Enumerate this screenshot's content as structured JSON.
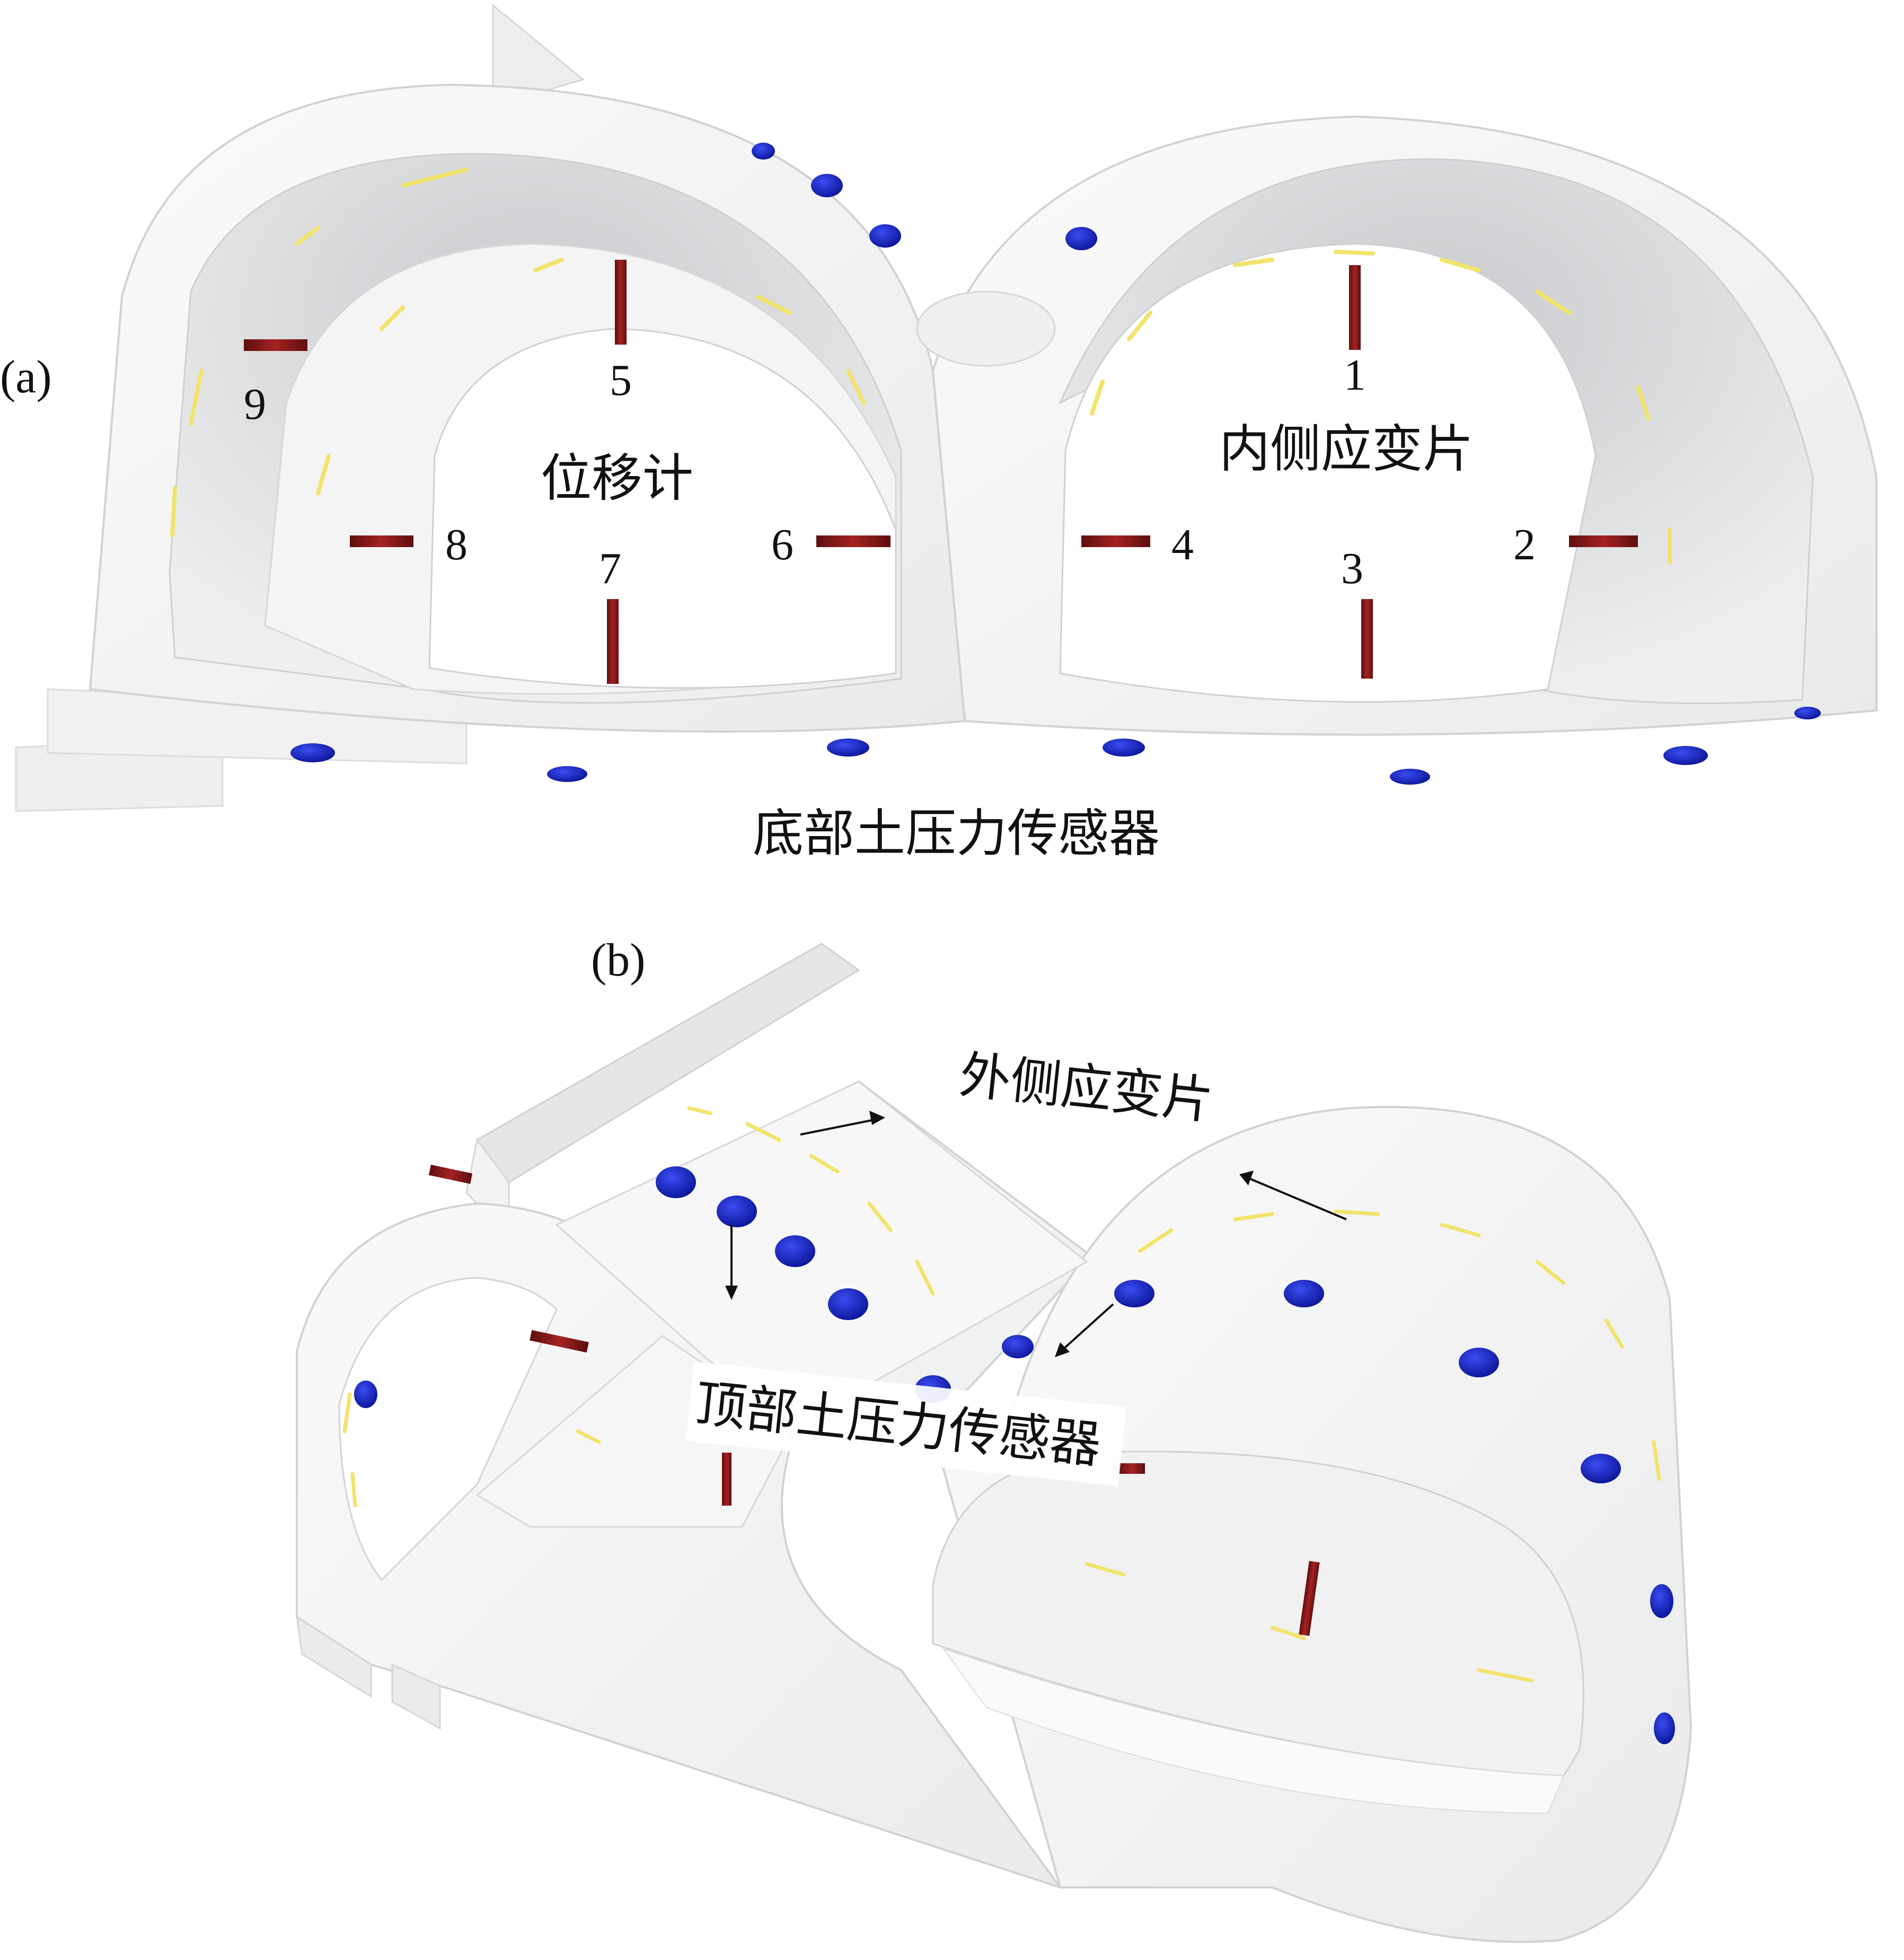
{
  "panels": {
    "a": {
      "label": "(a)",
      "displacement_meter_label": "位移计",
      "inner_strain_gauge_label": "内侧应变片",
      "bottom_earth_pressure_label": "底部土压力传感器",
      "gauge_numbers": [
        "1",
        "2",
        "3",
        "4",
        "5",
        "6",
        "7",
        "8",
        "9"
      ]
    },
    "b": {
      "label": "(b)",
      "outer_strain_gauge_label": "外侧应变片",
      "top_earth_pressure_label": "顶部土压力传感器"
    }
  },
  "colors": {
    "concrete": "#f3f3f3",
    "concrete_shade": "#d9dadc",
    "displacement_meter": "#8b1a1a",
    "strain_gauge": "#f2e36b",
    "pressure_sensor": "#1a2ad6",
    "text": "#111111"
  },
  "icons": {
    "displacement_meter": "red-rod-icon",
    "strain_gauge": "yellow-dash-icon",
    "pressure_sensor": "blue-disc-icon"
  }
}
